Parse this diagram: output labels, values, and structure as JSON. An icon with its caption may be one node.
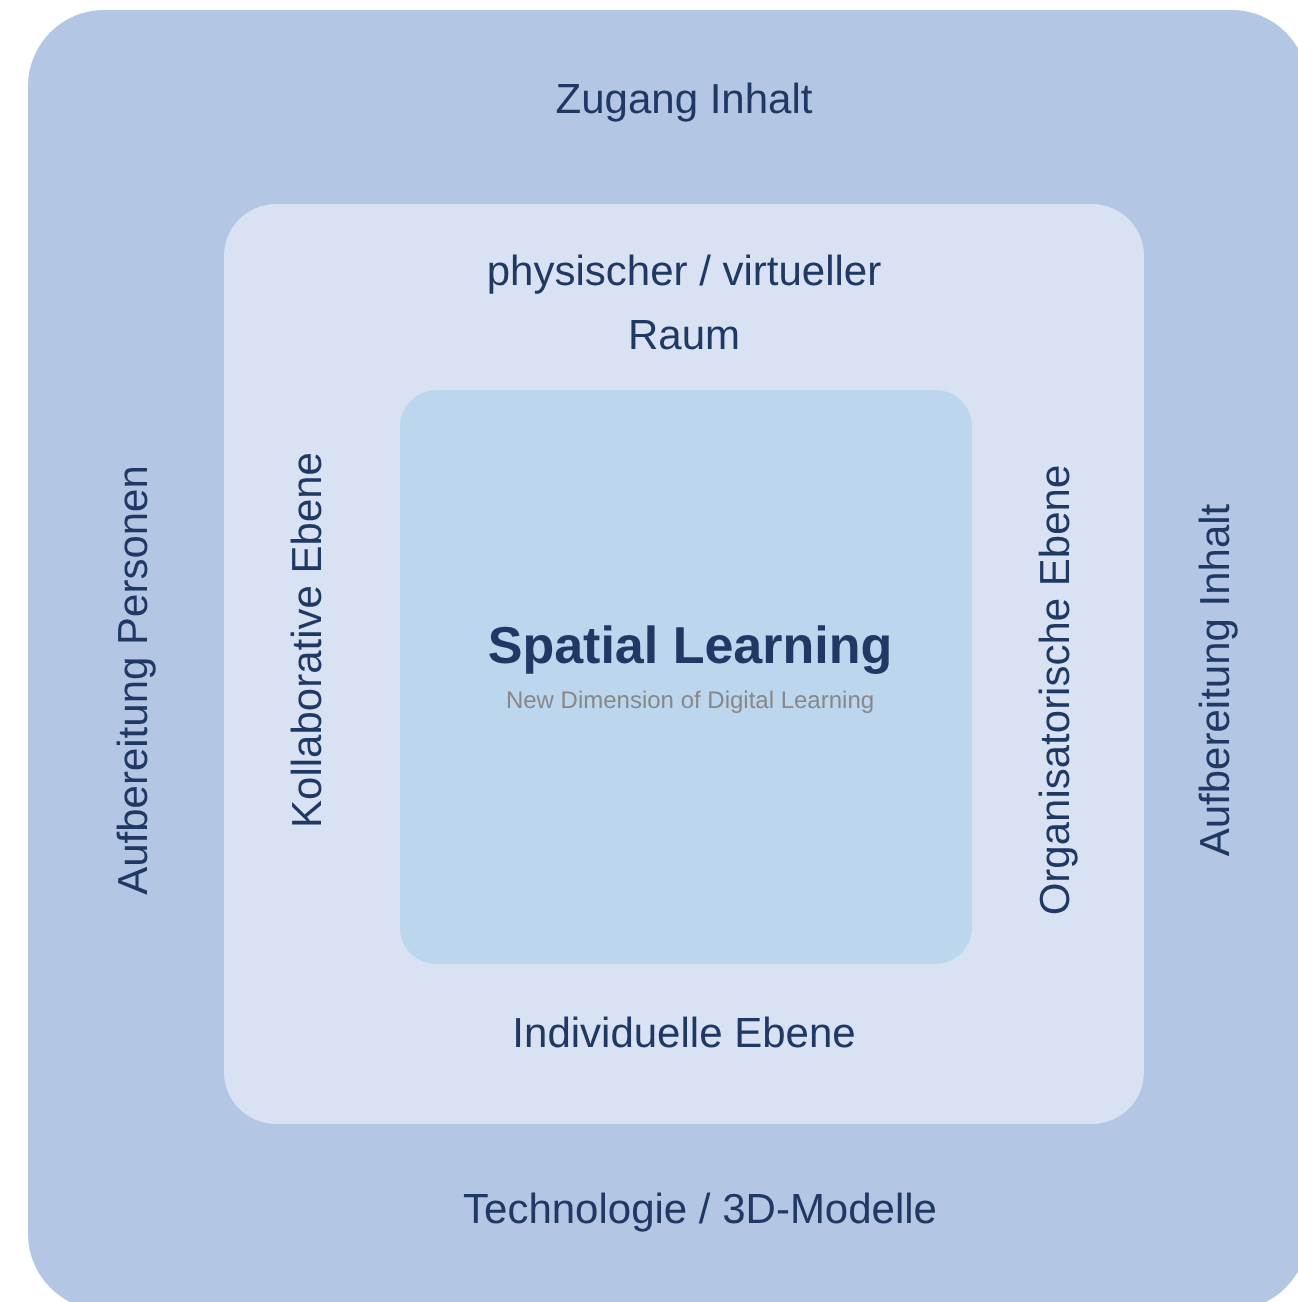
{
  "diagram": {
    "nodes": [
      {
        "text": [
          "Zugang Inhalt",
          "Aufbereitung Personen",
          "Aufbereitung Inhalt",
          "Technologie / 3D-Modelle"
        ]
      },
      {
        "text": [
          "physischer / virtueller Raum",
          "Kollaborative Ebene",
          "Organisatorische Ebene",
          "Individuelle Ebene"
        ],
        "in": 0
      },
      {
        "text": [
          "Spatial Learning",
          "New Dimension of Digital Learning"
        ],
        "in": 1
      }
    ]
  }
}
